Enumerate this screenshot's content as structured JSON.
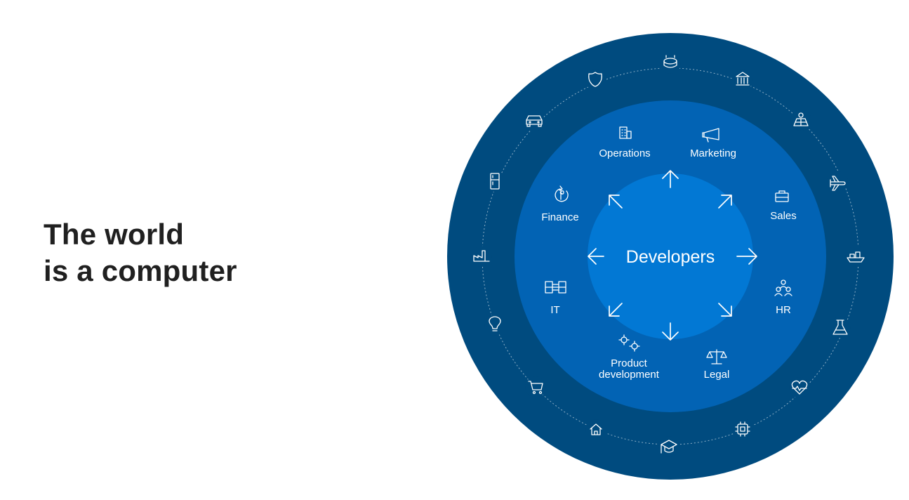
{
  "headline": {
    "line1": "The world",
    "line2": "is a computer"
  },
  "center": {
    "label": "Developers"
  },
  "functions": [
    {
      "label": "Operations",
      "icon": "building-icon"
    },
    {
      "label": "Marketing",
      "icon": "megaphone-icon"
    },
    {
      "label": "Sales",
      "icon": "briefcase-icon"
    },
    {
      "label": "HR",
      "icon": "people-icon"
    },
    {
      "label": "Legal",
      "icon": "scales-icon"
    },
    {
      "label": "Product development",
      "line1": "Product",
      "line2": "development",
      "icon": "gears-icon"
    },
    {
      "label": "IT",
      "icon": "server-icon"
    },
    {
      "label": "Finance",
      "icon": "dollar-cycle-icon"
    }
  ],
  "industry_icons": [
    "stadium-icon",
    "bank-icon",
    "map-icon",
    "airplane-icon",
    "ship-icon",
    "flask-icon",
    "heart-pulse-icon",
    "chip-icon",
    "graduation-cap-icon",
    "home-icon",
    "cart-icon",
    "lightbulb-icon",
    "factory-icon",
    "fridge-icon",
    "car-icon",
    "police-badge-icon"
  ],
  "colors": {
    "outer_ring": "#004b7f",
    "middle_ring": "#0263b4",
    "inner_circle": "#0278d4",
    "text": "#ffffff",
    "headline": "#202020"
  }
}
